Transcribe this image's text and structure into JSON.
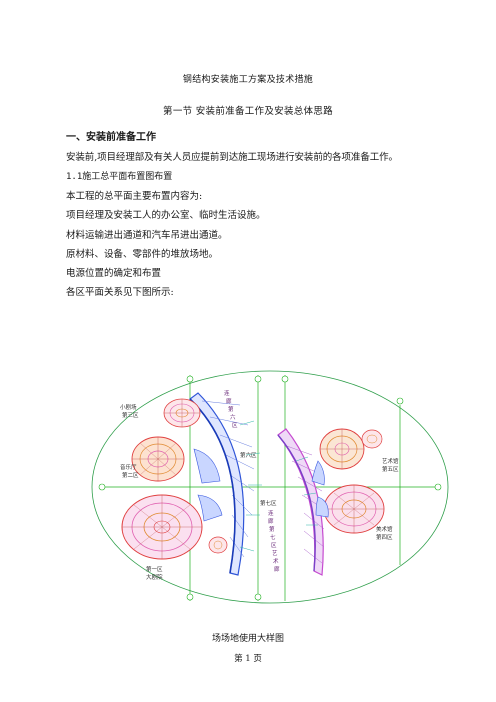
{
  "doc": {
    "title": "钢结构安装施工方案及技术措施",
    "section": "第一节   安装前准备工作及安装总体思路",
    "heading": "一、安装前准备工作",
    "paragraphs": [
      "安装前,项目经理部及有关人员应提前到达施工现场进行安装前的各项准备工作。",
      "1.1施工总平面布置图布置",
      "本工程的总平面主要布置内容为:",
      "项目经理及安装工人的办公室、临时生活设施。",
      "材料运输进出通道和汽车吊进出通道。",
      "原材料、设备、零部件的堆放场地。",
      "电源位置的确定和布置",
      "各区平面关系见下图所示:"
    ],
    "caption": "场场地使用大样图",
    "footer": "第 1 页"
  },
  "figure": {
    "labels": {
      "zone1": [
        "第一区",
        "大剧院"
      ],
      "zone2": [
        "音乐厅",
        "第二区"
      ],
      "zone3": [
        "小剧场",
        "第三区"
      ],
      "zone4": [
        "美术馆",
        "第四区"
      ],
      "zone5": [
        "艺术馆",
        "第五区"
      ],
      "zone6": "第六区",
      "zone7": "第七区",
      "left_band": [
        "连",
        "廊",
        "第",
        "六",
        "区"
      ],
      "right_band": [
        "连",
        "廊",
        "第",
        "七",
        "区",
        "艺",
        "术",
        "廊"
      ]
    },
    "colors": {
      "ellipse": "#2e9e4a",
      "axis": "#20b020",
      "band_blue": "#2f55d8",
      "band_magenta": "#c64bd0",
      "dome_red": "#e04040",
      "dome_pink": "#e060b0",
      "dome_orange": "#e08a30"
    }
  }
}
